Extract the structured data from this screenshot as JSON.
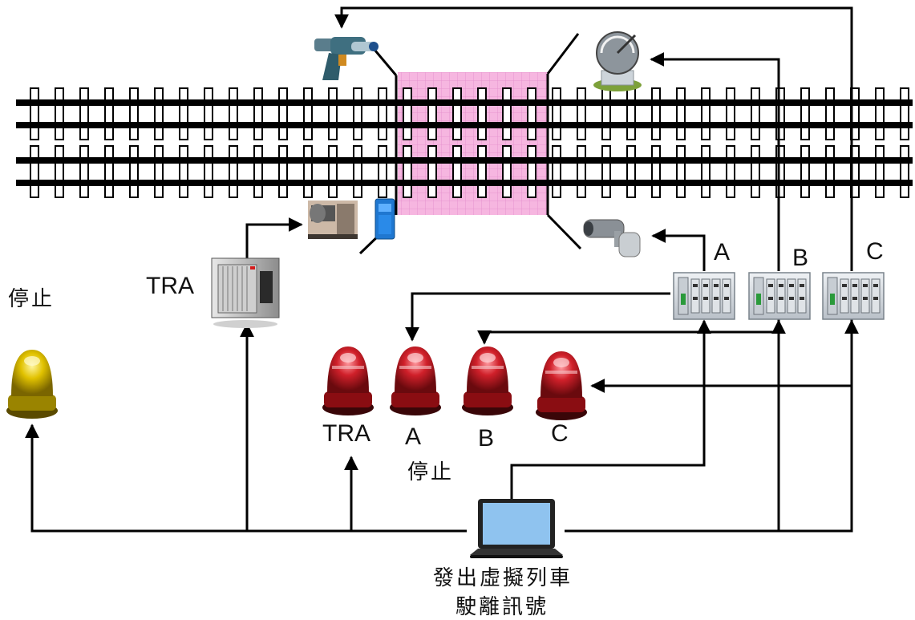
{
  "labels": {
    "stop_left": "停止",
    "tra_server": "TRA",
    "switch_a": "A",
    "switch_b": "B",
    "switch_c": "C",
    "beacon_tra": "TRA",
    "beacon_a": "A",
    "beacon_b": "B",
    "beacon_c": "C",
    "stop_center": "停止",
    "laptop_line1": "發出虛擬列車",
    "laptop_line2": "駛離訊號"
  },
  "colors": {
    "crossing_zone": "#f6b6e0",
    "crossing_grid": "#e48ccb",
    "rail": "#000000",
    "beacon_red": "#c4161c",
    "beacon_yellow": "#e3c400",
    "switch_gray": "#d9dde2",
    "laptop_body": "#222222",
    "laptop_screen": "#8fc3ef"
  },
  "icons": {
    "beacon_left": "yellow-beacon-icon",
    "beacons": [
      "red-beacon-icon",
      "red-beacon-icon",
      "red-beacon-icon",
      "red-beacon-icon"
    ],
    "server": "server-icon",
    "switches": [
      "industrial-switch-icon",
      "industrial-switch-icon",
      "industrial-switch-icon"
    ],
    "laptop": "laptop-icon",
    "camera": "security-camera-icon",
    "radar": "radar-dish-icon",
    "spray_gun": "spray-gun-icon",
    "gate_barrier": "gate-barrier-icon",
    "sensor": "blue-sensor-icon"
  }
}
